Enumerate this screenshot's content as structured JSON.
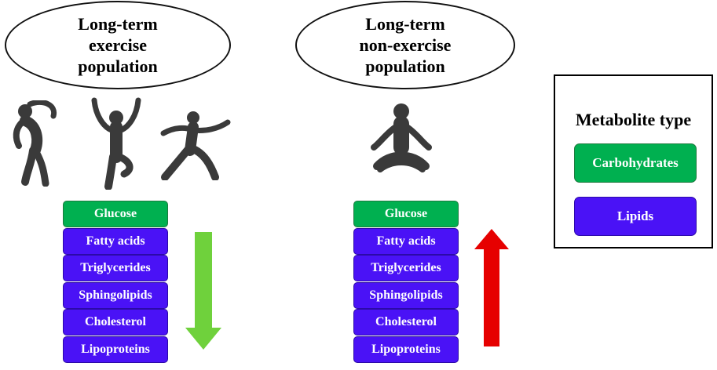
{
  "left": {
    "title": "Long-term\nexercise\npopulation",
    "metabolites": [
      {
        "label": "Glucose",
        "type": "carb"
      },
      {
        "label": "Fatty acids",
        "type": "lipid"
      },
      {
        "label": "Triglycerides",
        "type": "lipid"
      },
      {
        "label": "Sphingolipids",
        "type": "lipid"
      },
      {
        "label": "Cholesterol",
        "type": "lipid"
      },
      {
        "label": "Lipoproteins",
        "type": "lipid"
      }
    ],
    "trend": "down",
    "arrow_color": "#6fd13c"
  },
  "right": {
    "title": "Long-term\nnon-exercise\npopulation",
    "metabolites": [
      {
        "label": "Glucose",
        "type": "carb"
      },
      {
        "label": "Fatty acids",
        "type": "lipid"
      },
      {
        "label": "Triglycerides",
        "type": "lipid"
      },
      {
        "label": "Sphingolipids",
        "type": "lipid"
      },
      {
        "label": "Cholesterol",
        "type": "lipid"
      },
      {
        "label": "Lipoproteins",
        "type": "lipid"
      }
    ],
    "trend": "up",
    "arrow_color": "#e60000"
  },
  "legend": {
    "title": "Metabolite type",
    "items": [
      {
        "label": "Carbohydrates",
        "type": "carb"
      },
      {
        "label": "Lipids",
        "type": "lipid"
      }
    ]
  },
  "colors": {
    "carbohydrates": "#00b050",
    "lipids": "#4a12f6",
    "figure": "#3a3a3a"
  },
  "icons": [
    "dancing-figure-icon",
    "jumping-figure-icon",
    "lunging-figure-icon",
    "meditating-figure-icon"
  ]
}
